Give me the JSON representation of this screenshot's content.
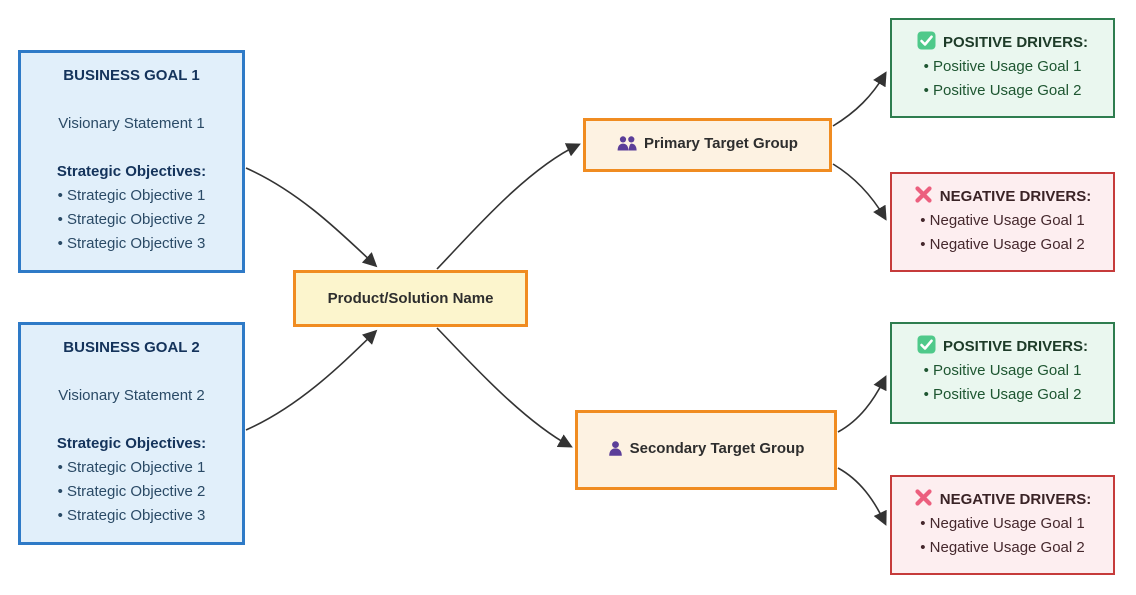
{
  "goals": [
    {
      "title": "BUSINESS GOAL 1",
      "vision": "Visionary Statement 1",
      "objectives_heading": "Strategic Objectives:",
      "objectives": [
        "Strategic Objective 1",
        "Strategic Objective 2",
        "Strategic Objective 3"
      ]
    },
    {
      "title": "BUSINESS GOAL 2",
      "vision": "Visionary Statement 2",
      "objectives_heading": "Strategic Objectives:",
      "objectives": [
        "Strategic Objective 1",
        "Strategic Objective 2",
        "Strategic Objective 3"
      ]
    }
  ],
  "product": {
    "label": "Product/Solution Name"
  },
  "targets": [
    {
      "label": "Primary Target Group",
      "icon": "users-icon"
    },
    {
      "label": "Secondary Target Group",
      "icon": "user-icon"
    }
  ],
  "driver_boxes": [
    {
      "kind": "positive",
      "icon": "check-icon",
      "title": "POSITIVE DRIVERS:",
      "items": [
        "Positive Usage Goal 1",
        "Positive Usage Goal 2"
      ]
    },
    {
      "kind": "negative",
      "icon": "cross-icon",
      "title": "NEGATIVE DRIVERS:",
      "items": [
        "Negative Usage Goal 1",
        "Negative Usage Goal 2"
      ]
    },
    {
      "kind": "positive",
      "icon": "check-icon",
      "title": "POSITIVE DRIVERS:",
      "items": [
        "Positive Usage Goal 1",
        "Positive Usage Goal 2"
      ]
    },
    {
      "kind": "negative",
      "icon": "cross-icon",
      "title": "NEGATIVE DRIVERS:",
      "items": [
        "Negative Usage Goal 1",
        "Negative Usage Goal 2"
      ]
    }
  ],
  "colors": {
    "goal_fill": "#e1effa",
    "goal_border": "#2e7ac7",
    "goal_title": "#14335b",
    "goal_text": "#2a4a66",
    "product_fill": "#fcf5cd",
    "product_border": "#f08c21",
    "target_fill": "#fdf2e2",
    "target_border": "#f08c21",
    "positive_fill": "#eaf7ef",
    "positive_border": "#2e7d4f",
    "positive_title": "#1d3b28",
    "positive_text": "#1e5631",
    "negative_fill": "#fdeef0",
    "negative_border": "#c63b3b",
    "negative_title": "#3a2326",
    "negative_text": "#45282d",
    "edge": "#333333",
    "icon_purple": "#5b3e99",
    "icon_green": "#4fc98a",
    "icon_red": "#ec5f7e"
  }
}
